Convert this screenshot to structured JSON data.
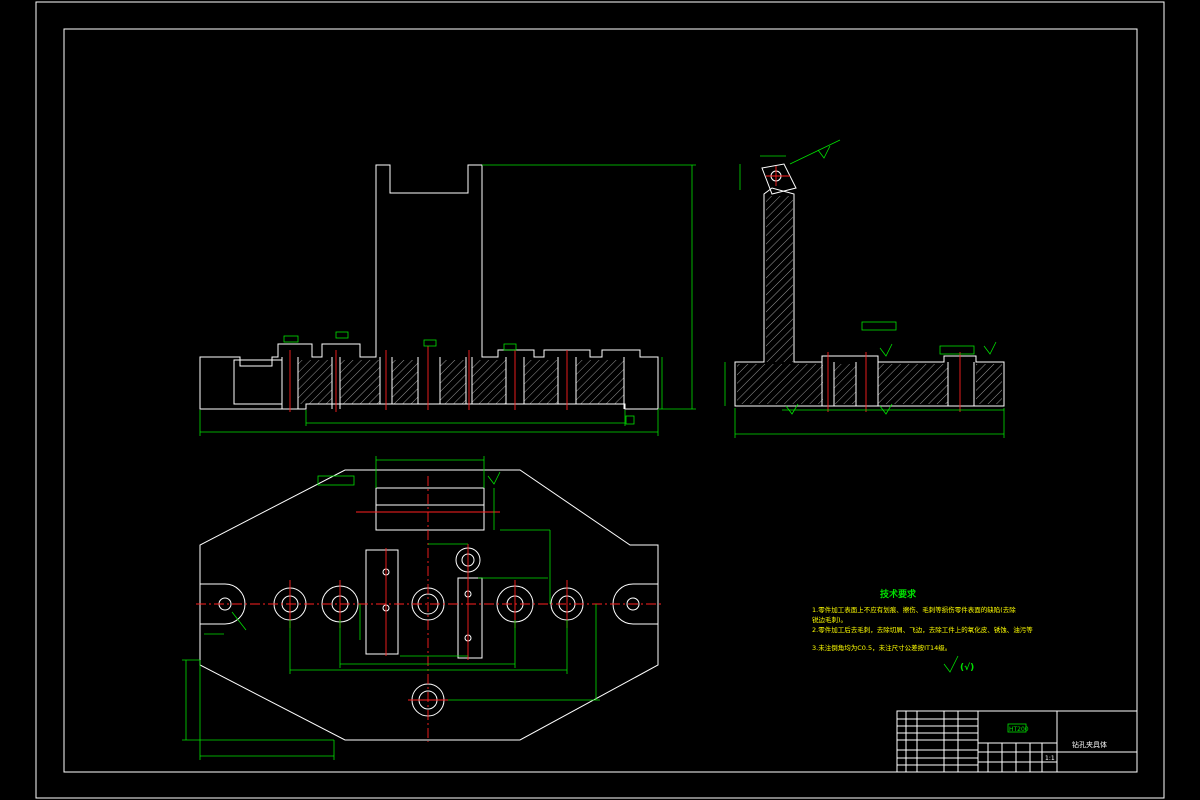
{
  "drawing": {
    "tech_requirements": {
      "title": "技术要求",
      "items": [
        "1.零件加工表面上不应有划痕、擦伤、毛刺等损伤零件表面的缺陷(去除",
        "锐边毛刺)。",
        "2.零件加工后去毛刺，去除切屑、飞边，去除工件上的氧化皮、锈蚀、油污等",
        "3.未注倒角均为C0.5，未注尺寸公差按IT14级。"
      ]
    },
    "roughness_note": "(√)",
    "title_block": {
      "drawing_title": "钻孔夹具体",
      "stamp": "HT200",
      "scale": "1:1"
    },
    "colors": {
      "background": "#000000",
      "outline": "#ffffff",
      "dimension": "#00e000",
      "centerline": "#ff2020",
      "text": "#ffff00"
    }
  }
}
